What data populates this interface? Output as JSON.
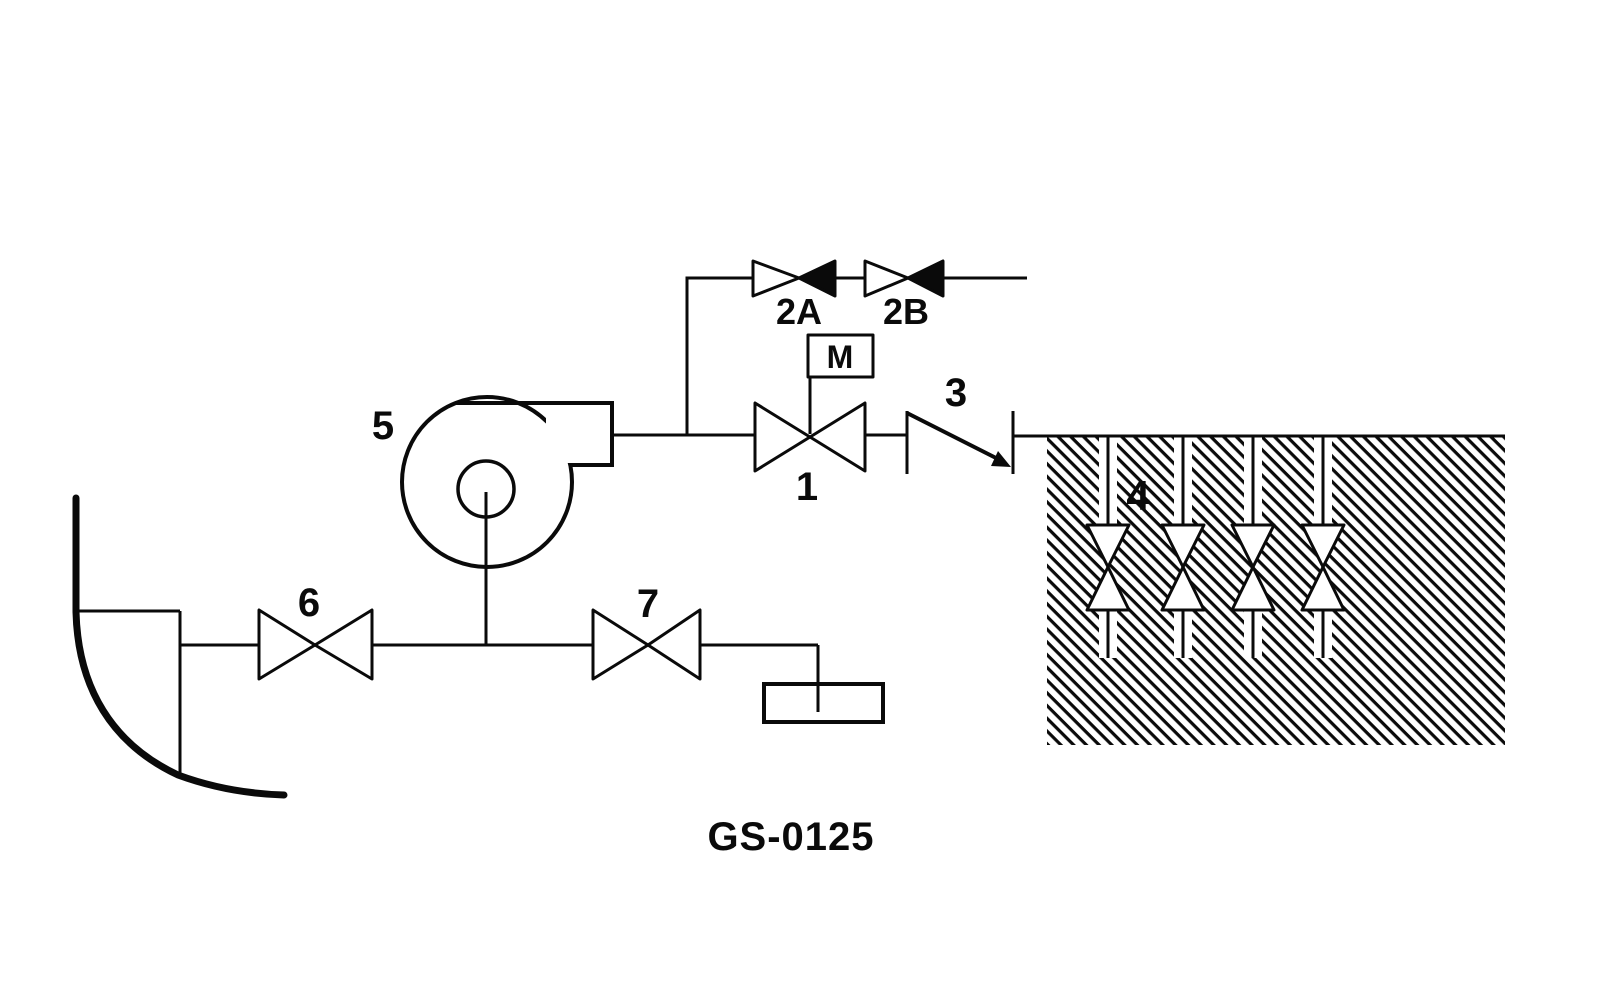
{
  "diagram": {
    "caption": "GS-0125",
    "colors": {
      "ink": "#0a0a0a",
      "background": "#ffffff"
    },
    "labels": {
      "valve_2a": "2A",
      "valve_2b": "2B",
      "motor": "M",
      "valve_1": "1",
      "check_valve_3": "3",
      "protected_space_4": "4",
      "fan_5": "5",
      "valve_6": "6",
      "valve_7": "7"
    }
  }
}
